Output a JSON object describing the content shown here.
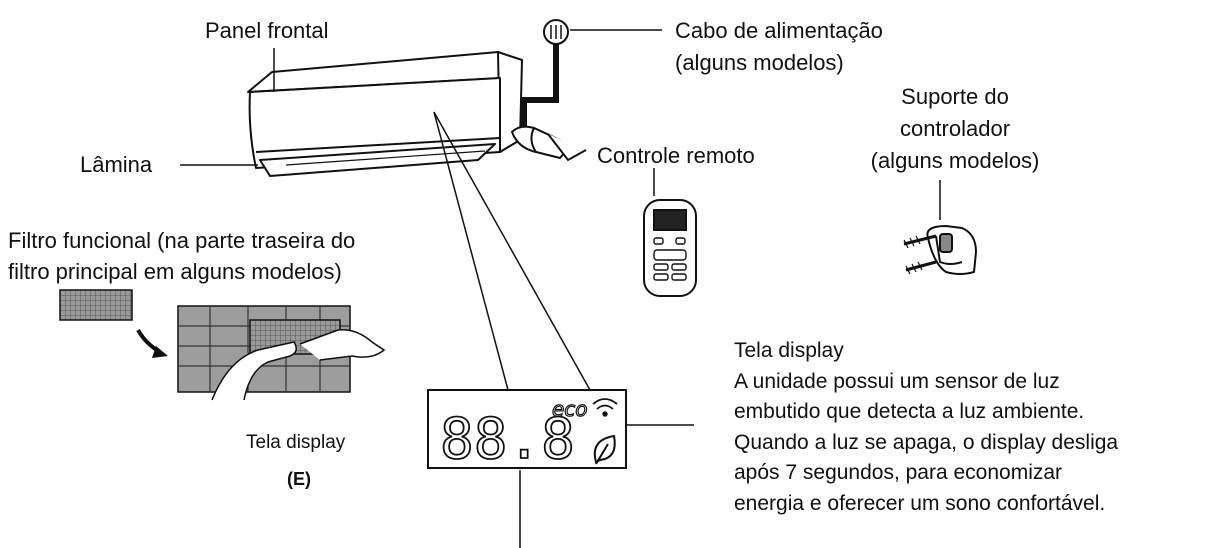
{
  "labels": {
    "front_panel": "Panel frontal",
    "power_cable_line1": "Cabo de alimentação",
    "power_cable_line2": "(alguns modelos)",
    "louver": "Lâmina",
    "remote_control": "Controle remoto",
    "holder_line1": "Suporte do",
    "holder_line2": "controlador",
    "holder_line3": "(alguns modelos)",
    "filter_line1": "Filtro funcional (na parte traseira do",
    "filter_line2": "filtro principal em alguns modelos)",
    "display_label": "Tela display",
    "display_variant": "(E)"
  },
  "display_panel": {
    "digits": "88.8",
    "eco": "eco",
    "icons": [
      "wifi-icon",
      "leaf-icon"
    ]
  },
  "description": {
    "title": "Tela display",
    "lines": [
      "A unidade possui um sensor de luz",
      "embutido que detecta a luz ambiente.",
      "Quando a luz se apaga, o display desliga",
      "após 7 segundos, para economizar",
      "energia e oferecer um sono confortável."
    ]
  }
}
